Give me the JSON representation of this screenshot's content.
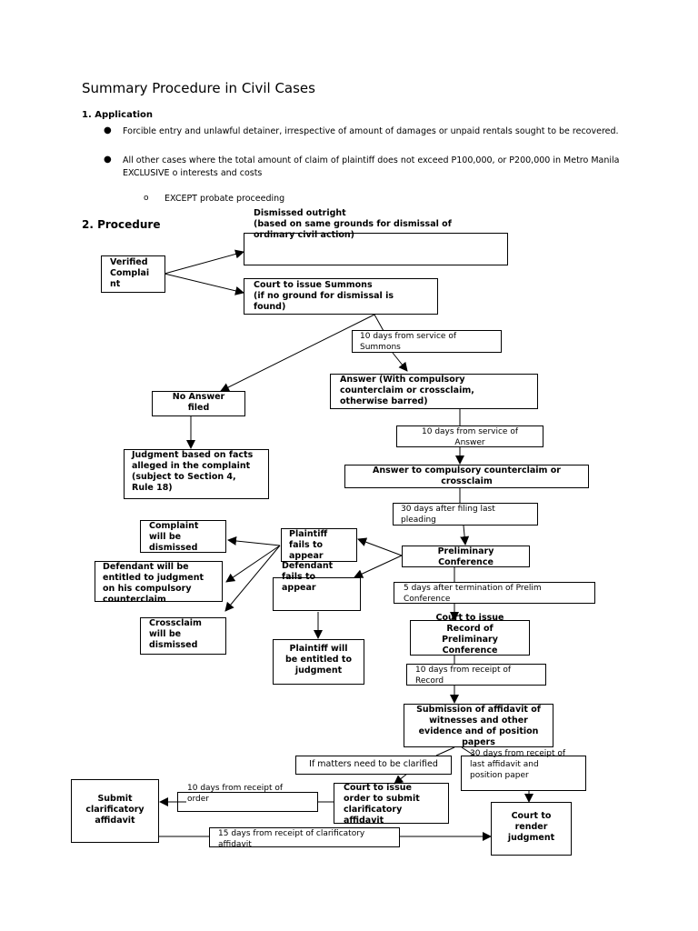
{
  "title": "Summary Procedure in Civil Cases",
  "application_heading": "1. Application",
  "bullet_1": "Forcible entry and unlawful detainer, irrespective of amount of damages or unpaid rentals sought to be recovered.",
  "bullet_2": "All other cases where the total amount of claim of plaintiff does not exceed P100,000, or P200,000 in Metro Manila EXCLUSIVE o interests and costs",
  "sub_bullet_marker": "o",
  "sub_bullet": "EXCEPT probate proceeding",
  "procedure_heading": "2. Procedure",
  "flow": {
    "verified_complaint": "Verified\nComplai\nnt",
    "dismissed_outright": "Dismissed outright\n(based on same grounds for dismissal of\nordinary civil action)",
    "issue_summons": "Court to issue Summons\n(if no ground for dismissal is\nfound)",
    "days_10_summons": "10 days from service of\nSummons",
    "answer": "Answer (With compulsory\ncounterclaim or crossclaim,\notherwise barred)",
    "no_answer": "No Answer\nfiled",
    "judgment_facts": "Judgment based on facts\nalleged in the complaint\n(subject to Section 4,\nRule 18)",
    "days_10_answer": "10 days from service of\nAnswer",
    "answer_counterclaim": "Answer to compulsory counterclaim or\ncrossclaim",
    "days_30_pleading": "30 days after filing last\npleading",
    "preliminary_conference": "Preliminary\nConference",
    "plaintiff_fails": "Plaintiff\nfails to\nappear",
    "defendant_fails": "Defendant\nfails to\nappear",
    "complaint_dismissed": "Complaint\nwill be\ndismissed",
    "defendant_judgment": "Defendant will be\nentitled to judgment\non his compulsory\ncounterclaim",
    "crossclaim_dismissed": "Crossclaim\nwill be\ndismissed",
    "plaintiff_judgment": "Plaintiff will\nbe entitled to\njudgment",
    "days_5_prelim": "5 days after termination of Prelim\nConference",
    "record_prelim": "Court to issue\nRecord of\nPreliminary\nConference",
    "days_10_record": "10 days from receipt of\nRecord",
    "submission_affidavit": "Submission of affidavit of\nwitnesses and other\nevidence and of position\npapers",
    "if_matters": "If matters need to be clarified",
    "days_30_affidavit": "30 days from receipt of\nlast affidavit and\nposition paper",
    "issue_order": "Court to issue\norder to submit\nclarificatory\naffidavit",
    "days_10_order": "10 days from receipt of\norder",
    "submit_clarificatory": "Submit\nclarificatory\naffidavit",
    "days_15_clarificatory": "15 days from receipt of clarificatory\naffidavit",
    "render_judgment": "Court to\nrender\njudgment"
  }
}
